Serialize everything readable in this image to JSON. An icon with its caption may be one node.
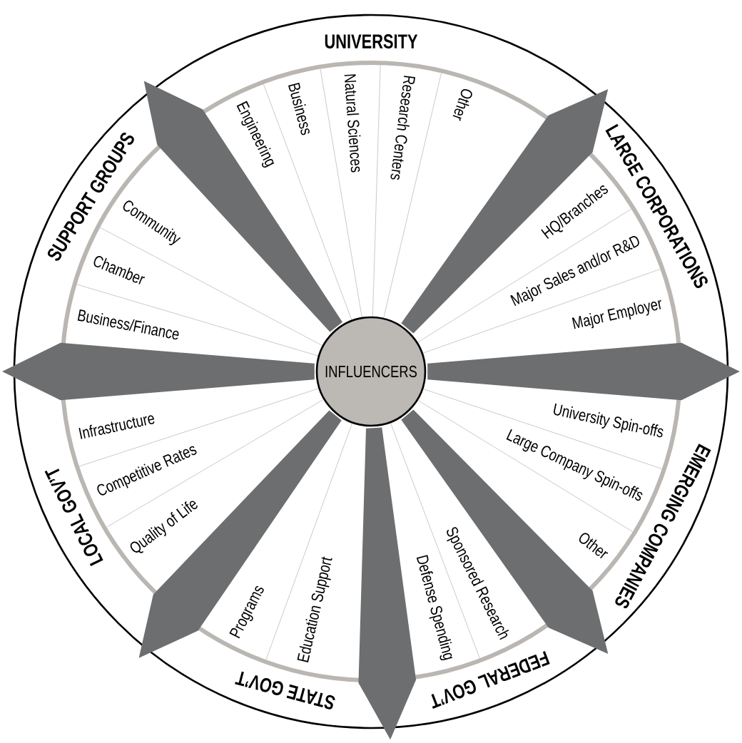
{
  "diagram": {
    "nodes": [
      {
        "text": [
          "INFLUENCERS"
        ]
      }
    ],
    "labels": [
      "UNIVERSITY",
      "Engineering",
      "Business",
      "Natural Sciences",
      "Research Centers",
      "Other",
      "LARGE CORPORATIONS",
      "HQ/Branches",
      "Major Sales and/or R&D",
      "Major Employer",
      "EMERGING COMPANIES",
      "University Spin-offs",
      "Large Company Spin-offs",
      "Other",
      "FEDERAL GOV’T",
      "Sponsored Research",
      "Defense Spending",
      "STATE GOV’T",
      "Education Support",
      "Programs",
      "LOCAL GOV’T",
      "Infrastructure",
      "Competitive Rates",
      "Quality of Life",
      "SUPPORT GROUPS",
      "Community",
      "Chamber",
      "Business/Finance"
    ]
  }
}
